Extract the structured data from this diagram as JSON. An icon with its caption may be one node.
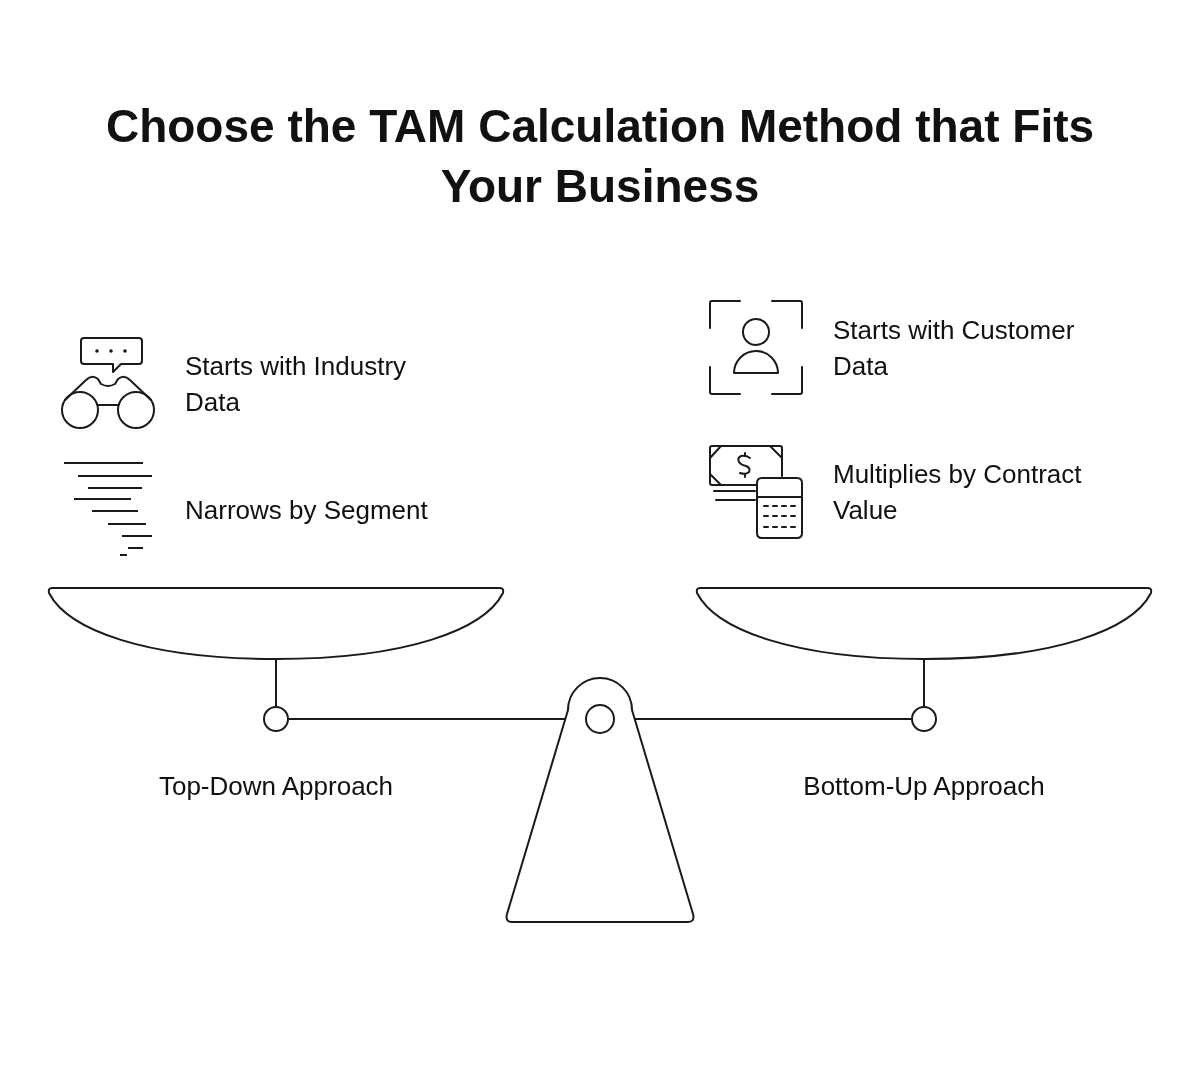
{
  "diagram": {
    "title": "Choose the TAM Calculation Method that Fits Your Business",
    "labels": [
      "Starts with Industry Data",
      "Narrows by Segment",
      "Starts with Customer Data",
      "Multiplies by Contract Value",
      "Top-Down Approach",
      "Bottom-Up Approach"
    ]
  }
}
